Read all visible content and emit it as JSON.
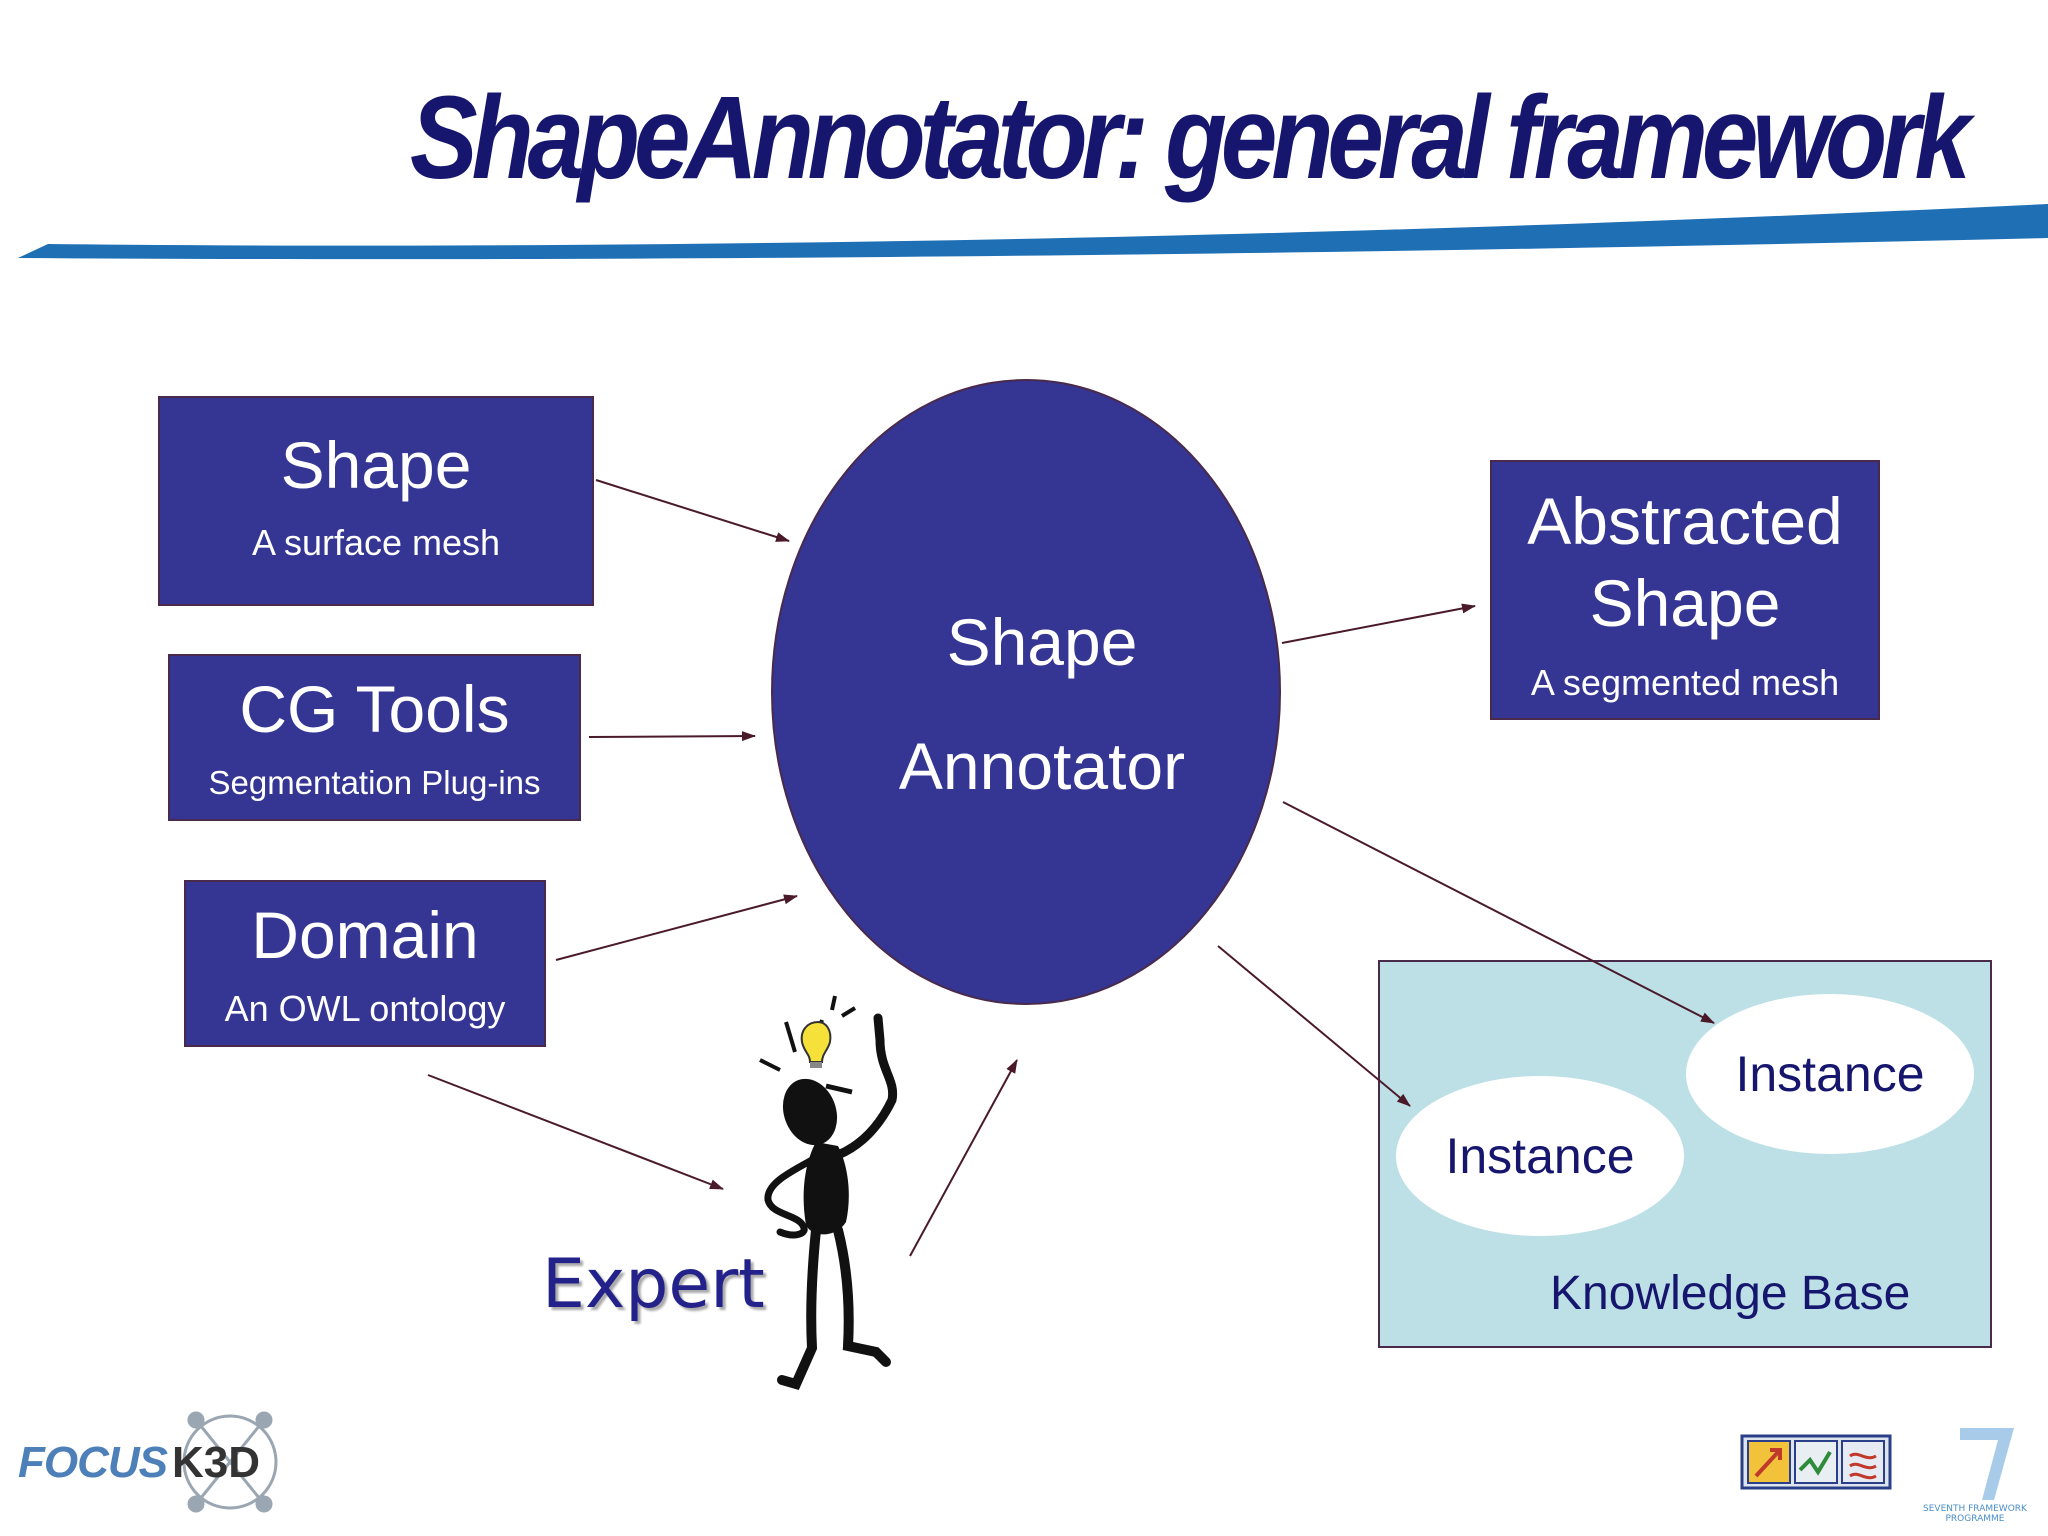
{
  "title": "ShapeAnnotator: general framework",
  "inputs": {
    "shape": {
      "title": "Shape",
      "subtitle": "A surface mesh"
    },
    "cg_tools": {
      "title": "CG Tools",
      "subtitle": "Segmentation Plug-ins"
    },
    "domain": {
      "title": "Domain",
      "subtitle": "An OWL ontology"
    }
  },
  "annotator": {
    "line1": "Shape",
    "line2": "Annotator"
  },
  "output": {
    "title_line1": "Abstracted",
    "title_line2": "Shape",
    "subtitle": "A segmented mesh"
  },
  "knowledge_base": {
    "label": "Knowledge Base",
    "instances": [
      "Instance",
      "Instance"
    ]
  },
  "expert_label": "Expert",
  "logos": {
    "focus": "FOCUS",
    "k3d": "K3D",
    "fp7_line1": "SEVENTH FRAMEWORK",
    "fp7_line2": "PROGRAMME"
  },
  "colors": {
    "title": "#16166e",
    "box_fill": "#353594",
    "kb_fill": "#bde0e6",
    "arrow": "#4a1a2a",
    "swoosh": "#1f6fb5"
  }
}
